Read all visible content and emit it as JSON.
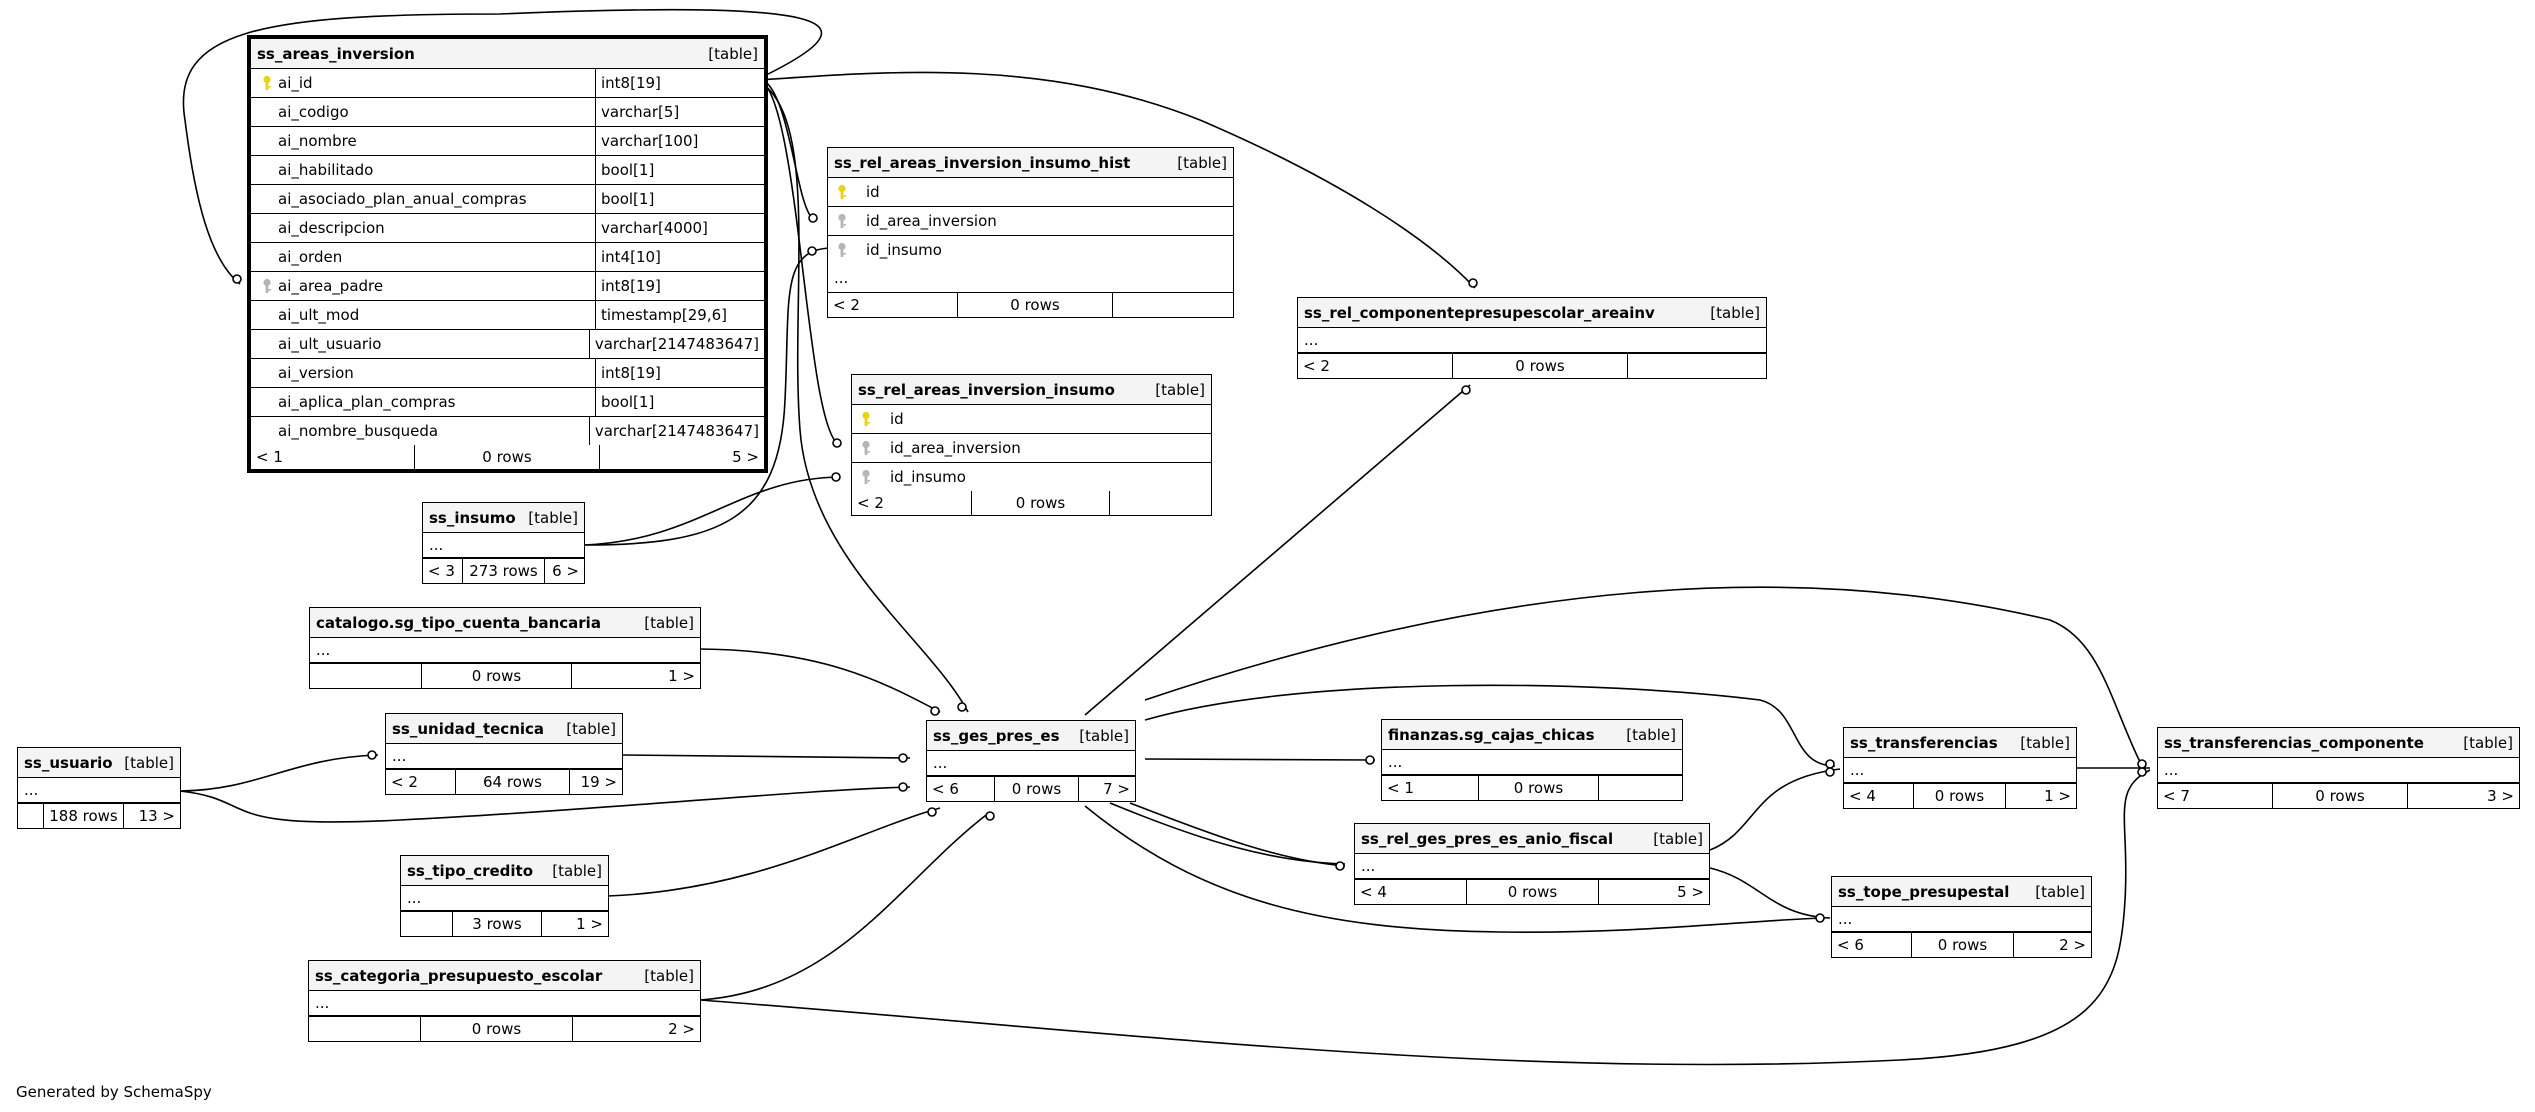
{
  "diagram": {
    "footer_text": "Generated by SchemaSpy",
    "tables": {
      "ss_areas_inversion": {
        "name": "ss_areas_inversion",
        "kind": "[table]",
        "columns": [
          {
            "key": "pk",
            "name": "ai_id",
            "type": "int8[19]"
          },
          {
            "key": "",
            "name": "ai_codigo",
            "type": "varchar[5]"
          },
          {
            "key": "",
            "name": "ai_nombre",
            "type": "varchar[100]"
          },
          {
            "key": "",
            "name": "ai_habilitado",
            "type": "bool[1]"
          },
          {
            "key": "",
            "name": "ai_asociado_plan_anual_compras",
            "type": "bool[1]"
          },
          {
            "key": "",
            "name": "ai_descripcion",
            "type": "varchar[4000]"
          },
          {
            "key": "",
            "name": "ai_orden",
            "type": "int4[10]"
          },
          {
            "key": "fk",
            "name": "ai_area_padre",
            "type": "int8[19]"
          },
          {
            "key": "",
            "name": "ai_ult_mod",
            "type": "timestamp[29,6]"
          },
          {
            "key": "",
            "name": "ai_ult_usuario",
            "type": "varchar[2147483647]"
          },
          {
            "key": "",
            "name": "ai_version",
            "type": "int8[19]"
          },
          {
            "key": "",
            "name": "ai_aplica_plan_compras",
            "type": "bool[1]"
          },
          {
            "key": "",
            "name": "ai_nombre_busqueda",
            "type": "varchar[2147483647]"
          }
        ],
        "footer": [
          "< 1",
          "0 rows",
          "5 >"
        ]
      },
      "ss_rel_areas_inversion_insumo_hist": {
        "name": "ss_rel_areas_inversion_insumo_hist",
        "kind": "[table]",
        "columns": [
          {
            "key": "pk",
            "name": "id"
          },
          {
            "key": "fk",
            "name": "id_area_inversion"
          },
          {
            "key": "fk",
            "name": "id_insumo"
          }
        ],
        "ellipsis": "...",
        "footer": [
          "< 2",
          "0 rows",
          ""
        ]
      },
      "ss_rel_areas_inversion_insumo": {
        "name": "ss_rel_areas_inversion_insumo",
        "kind": "[table]",
        "columns": [
          {
            "key": "pk",
            "name": "id"
          },
          {
            "key": "fk",
            "name": "id_area_inversion"
          },
          {
            "key": "fk",
            "name": "id_insumo"
          }
        ],
        "footer": [
          "< 2",
          "0 rows",
          ""
        ]
      },
      "ss_rel_componentepresupescolar_areainv": {
        "name": "ss_rel_componentepresupescolar_areainv",
        "kind": "[table]",
        "ellipsis": "...",
        "footer": [
          "< 2",
          "0 rows",
          ""
        ]
      },
      "ss_insumo": {
        "name": "ss_insumo",
        "kind": "[table]",
        "ellipsis": "...",
        "footer": [
          "< 3",
          "273 rows",
          "6 >"
        ]
      },
      "catalogo_sg_tipo_cuenta_bancaria": {
        "name": "catalogo.sg_tipo_cuenta_bancaria",
        "kind": "[table]",
        "ellipsis": "...",
        "footer": [
          "",
          "0 rows",
          "1 >"
        ]
      },
      "ss_unidad_tecnica": {
        "name": "ss_unidad_tecnica",
        "kind": "[table]",
        "ellipsis": "...",
        "footer": [
          "< 2",
          "64 rows",
          "19 >"
        ]
      },
      "ss_usuario": {
        "name": "ss_usuario",
        "kind": "[table]",
        "ellipsis": "...",
        "footer": [
          "",
          "188 rows",
          "13 >"
        ]
      },
      "ss_ges_pres_es": {
        "name": "ss_ges_pres_es",
        "kind": "[table]",
        "ellipsis": "...",
        "footer": [
          "< 6",
          "0 rows",
          "7 >"
        ]
      },
      "finanzas_sg_cajas_chicas": {
        "name": "finanzas.sg_cajas_chicas",
        "kind": "[table]",
        "ellipsis": "...",
        "footer": [
          "< 1",
          "0 rows",
          ""
        ]
      },
      "ss_rel_ges_pres_es_anio_fiscal": {
        "name": "ss_rel_ges_pres_es_anio_fiscal",
        "kind": "[table]",
        "ellipsis": "...",
        "footer": [
          "< 4",
          "0 rows",
          "5 >"
        ]
      },
      "ss_transferencias": {
        "name": "ss_transferencias",
        "kind": "[table]",
        "ellipsis": "...",
        "footer": [
          "< 4",
          "0 rows",
          "1 >"
        ]
      },
      "ss_transferencias_componente": {
        "name": "ss_transferencias_componente",
        "kind": "[table]",
        "ellipsis": "...",
        "footer": [
          "< 7",
          "0 rows",
          "3 >"
        ]
      },
      "ss_tope_presupestal": {
        "name": "ss_tope_presupestal",
        "kind": "[table]",
        "ellipsis": "...",
        "footer": [
          "< 6",
          "0 rows",
          "2 >"
        ]
      },
      "ss_tipo_credito": {
        "name": "ss_tipo_credito",
        "kind": "[table]",
        "ellipsis": "...",
        "footer": [
          "",
          "3 rows",
          "1 >"
        ]
      },
      "ss_categoria_presupuesto_escolar": {
        "name": "ss_categoria_presupuesto_escolar",
        "kind": "[table]",
        "ellipsis": "...",
        "footer": [
          "",
          "0 rows",
          "2 >"
        ]
      }
    }
  }
}
